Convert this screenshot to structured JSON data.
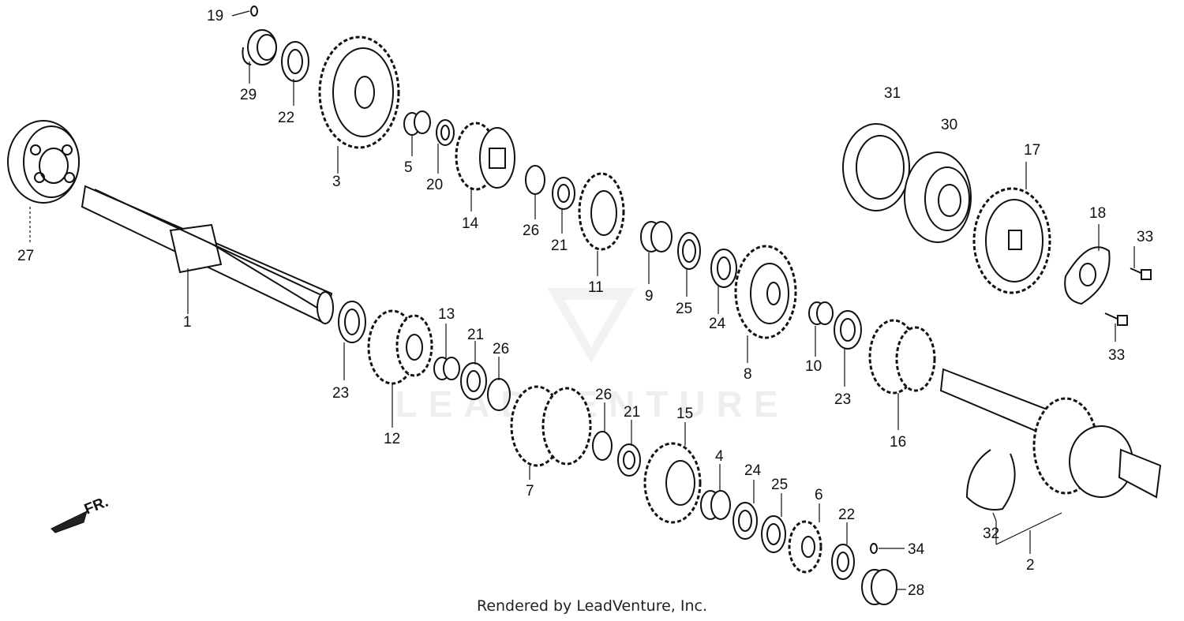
{
  "watermark": {
    "text": "LEADVENTURE"
  },
  "footer": {
    "credit": "Rendered by LeadVenture, Inc."
  },
  "direction_marker": {
    "label": "FR."
  },
  "callouts": {
    "c1": "1",
    "c2": "2",
    "c3": "3",
    "c4": "4",
    "c5": "5",
    "c6": "6",
    "c7": "7",
    "c8": "8",
    "c9": "9",
    "c10": "10",
    "c11": "11",
    "c12": "12",
    "c13": "13",
    "c14": "14",
    "c15": "15",
    "c16": "16",
    "c17": "17",
    "c18": "18",
    "c19": "19",
    "c20": "20",
    "c21a": "21",
    "c21b": "21",
    "c21c": "21",
    "c22a": "22",
    "c22b": "22",
    "c23a": "23",
    "c23b": "23",
    "c24a": "24",
    "c24b": "24",
    "c25a": "25",
    "c25b": "25",
    "c26a": "26",
    "c26b": "26",
    "c26c": "26",
    "c27": "27",
    "c28": "28",
    "c29": "29",
    "c30": "30",
    "c31": "31",
    "c32": "32",
    "c33a": "33",
    "c33b": "33",
    "c34": "34"
  }
}
